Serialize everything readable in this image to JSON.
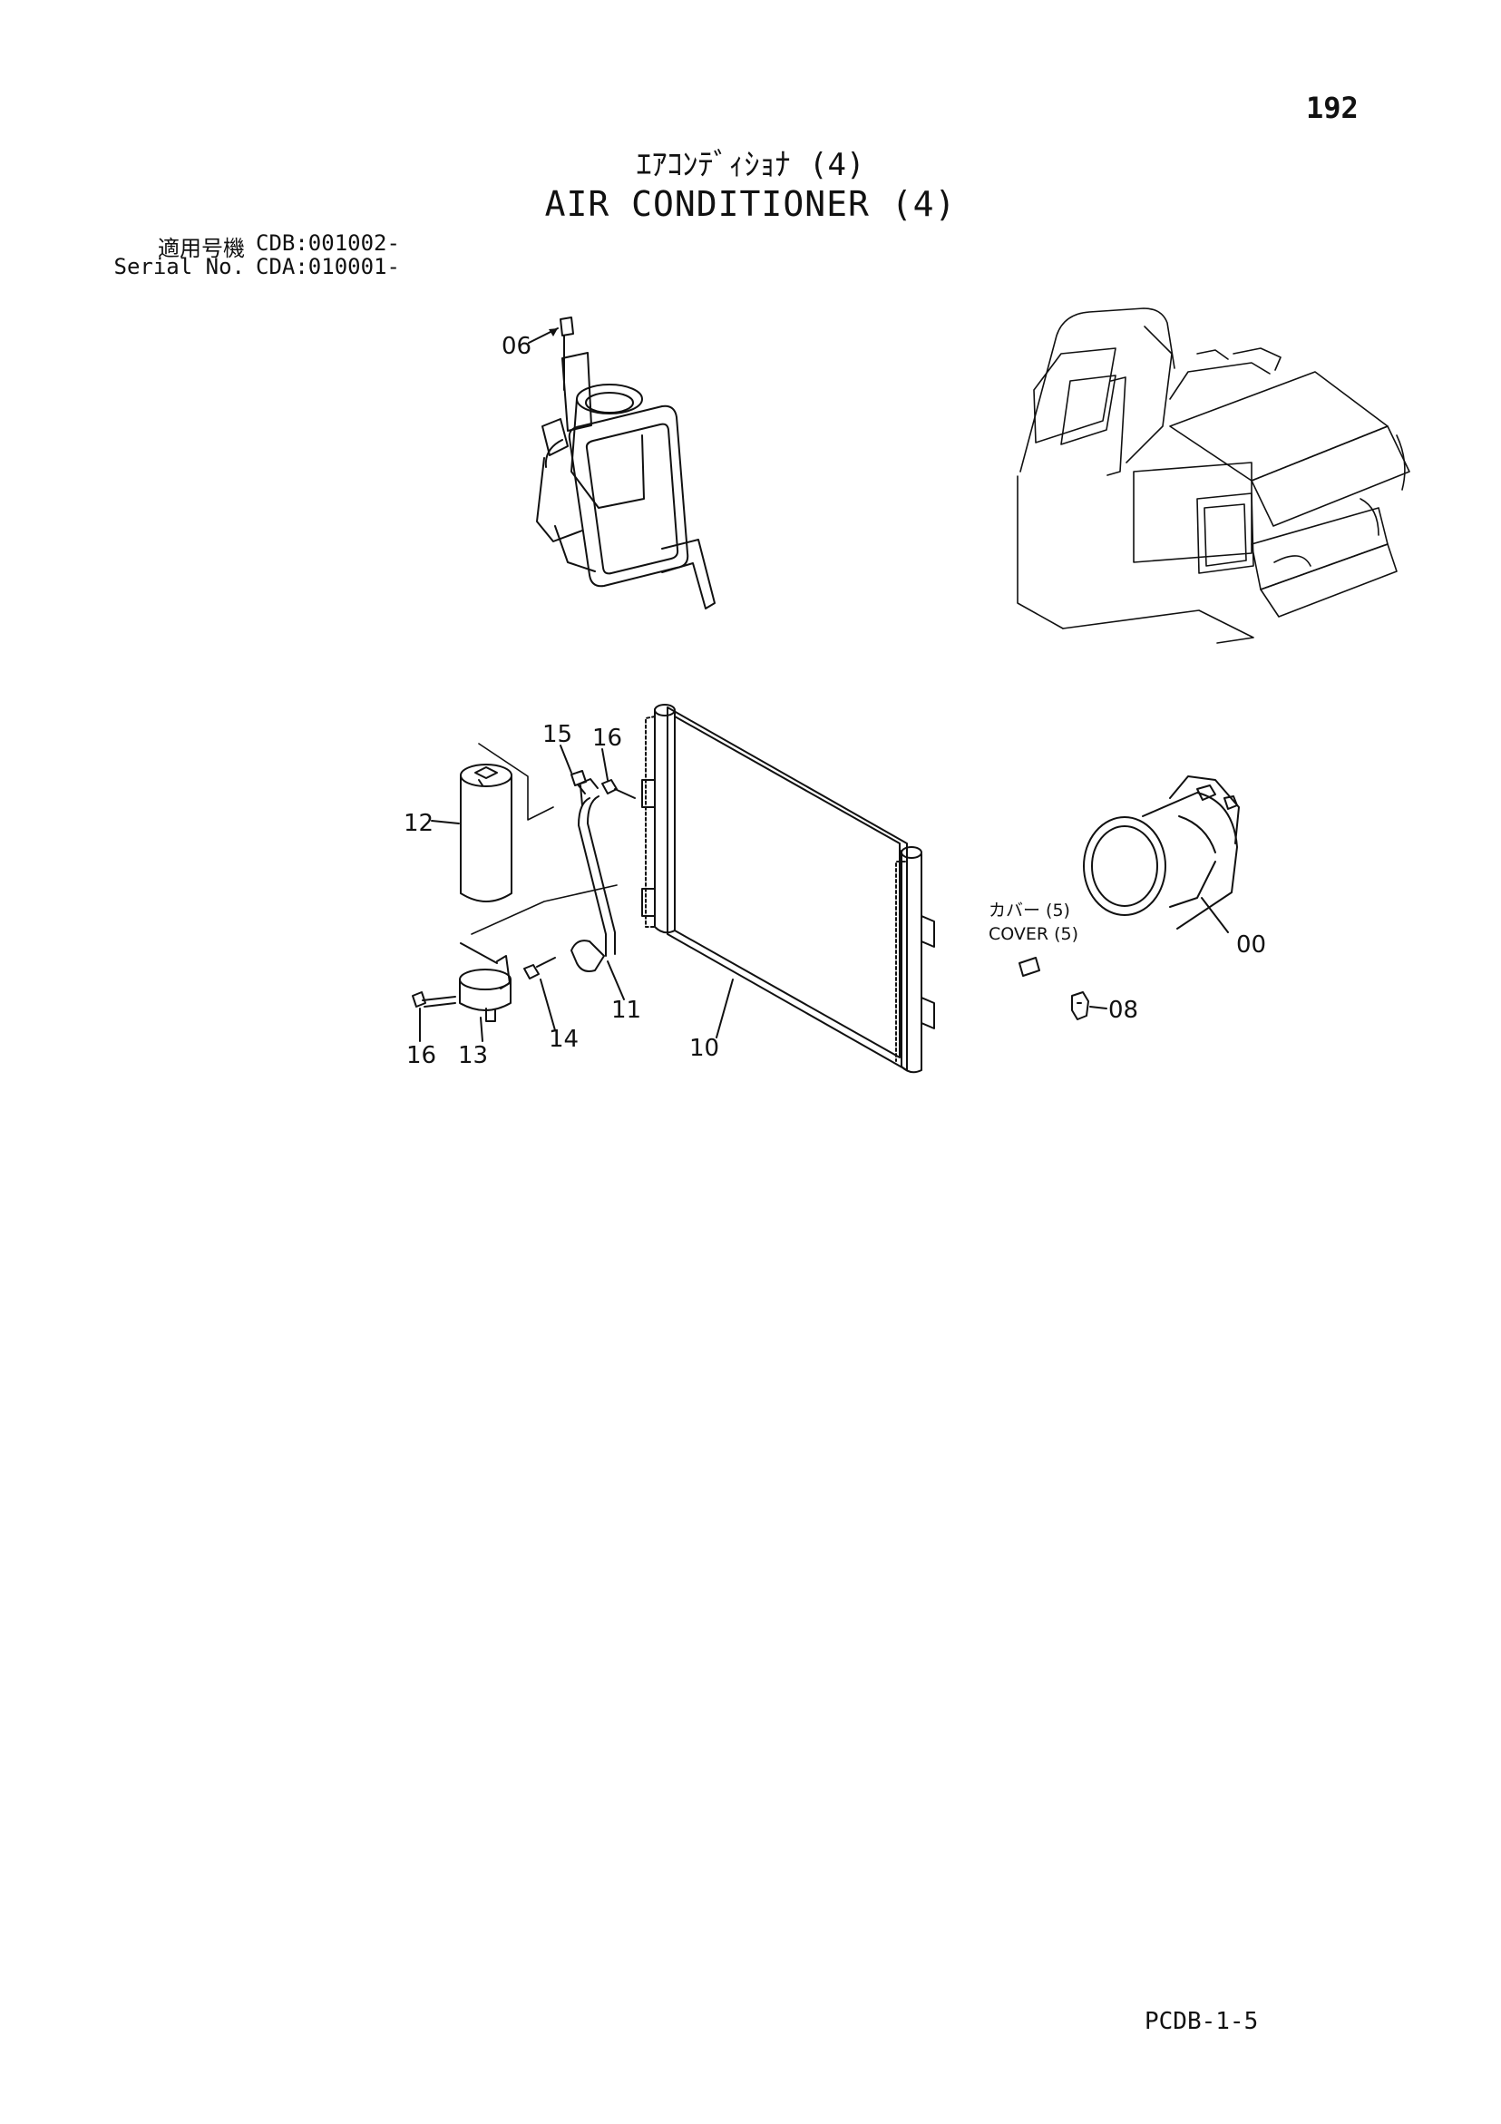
{
  "page_number": "192",
  "title_jp": "ｴｱｺﾝﾃﾞｨｼｮﾅ (4)",
  "title_en": "AIR CONDITIONER (4)",
  "applicable_label": "適用号機",
  "applicable_value": "CDB:001002-",
  "serial_label": "Serial No.",
  "serial_value": "CDA:010001-",
  "callouts": {
    "c06": "06",
    "c15": "15",
    "c16a": "16",
    "c12": "12",
    "c11": "11",
    "c14": "14",
    "c10": "10",
    "c16b": "16",
    "c13": "13",
    "c00": "00",
    "c08": "08"
  },
  "cover_jp": "カバー (5)",
  "cover_en": "COVER (5)",
  "doc_code": "PCDB-1-5"
}
